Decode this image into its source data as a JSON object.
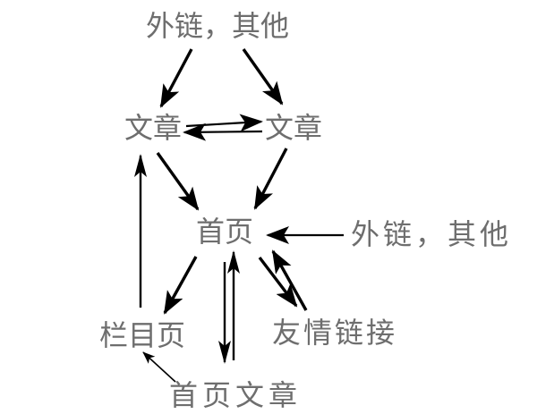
{
  "diagram": {
    "type": "link-flow-diagram",
    "background_color": "#ffffff",
    "text_color": "#6e6e6e",
    "arrow_color": "#000000",
    "nodes": [
      {
        "id": "outlink-top",
        "label": "外链，其他"
      },
      {
        "id": "article-left",
        "label": "文章"
      },
      {
        "id": "article-right",
        "label": "文章"
      },
      {
        "id": "homepage",
        "label": "首页"
      },
      {
        "id": "outlink-right",
        "label": "外链，其他"
      },
      {
        "id": "column-page",
        "label": "栏目页"
      },
      {
        "id": "friendly-links",
        "label": "友情链接"
      },
      {
        "id": "homepage-articles",
        "label": "首页文章"
      }
    ],
    "edges": [
      {
        "from": "outlink-top",
        "to": "article-left"
      },
      {
        "from": "outlink-top",
        "to": "article-right"
      },
      {
        "from": "article-left",
        "to": "article-right"
      },
      {
        "from": "article-right",
        "to": "article-left"
      },
      {
        "from": "article-left",
        "to": "homepage"
      },
      {
        "from": "article-right",
        "to": "homepage"
      },
      {
        "from": "column-page",
        "to": "article-left"
      },
      {
        "from": "homepage",
        "to": "column-page"
      },
      {
        "from": "homepage",
        "to": "homepage-articles"
      },
      {
        "from": "homepage-articles",
        "to": "homepage"
      },
      {
        "from": "homepage",
        "to": "friendly-links"
      },
      {
        "from": "friendly-links",
        "to": "homepage"
      },
      {
        "from": "outlink-right",
        "to": "homepage"
      },
      {
        "from": "homepage-articles",
        "to": "column-page"
      }
    ]
  }
}
